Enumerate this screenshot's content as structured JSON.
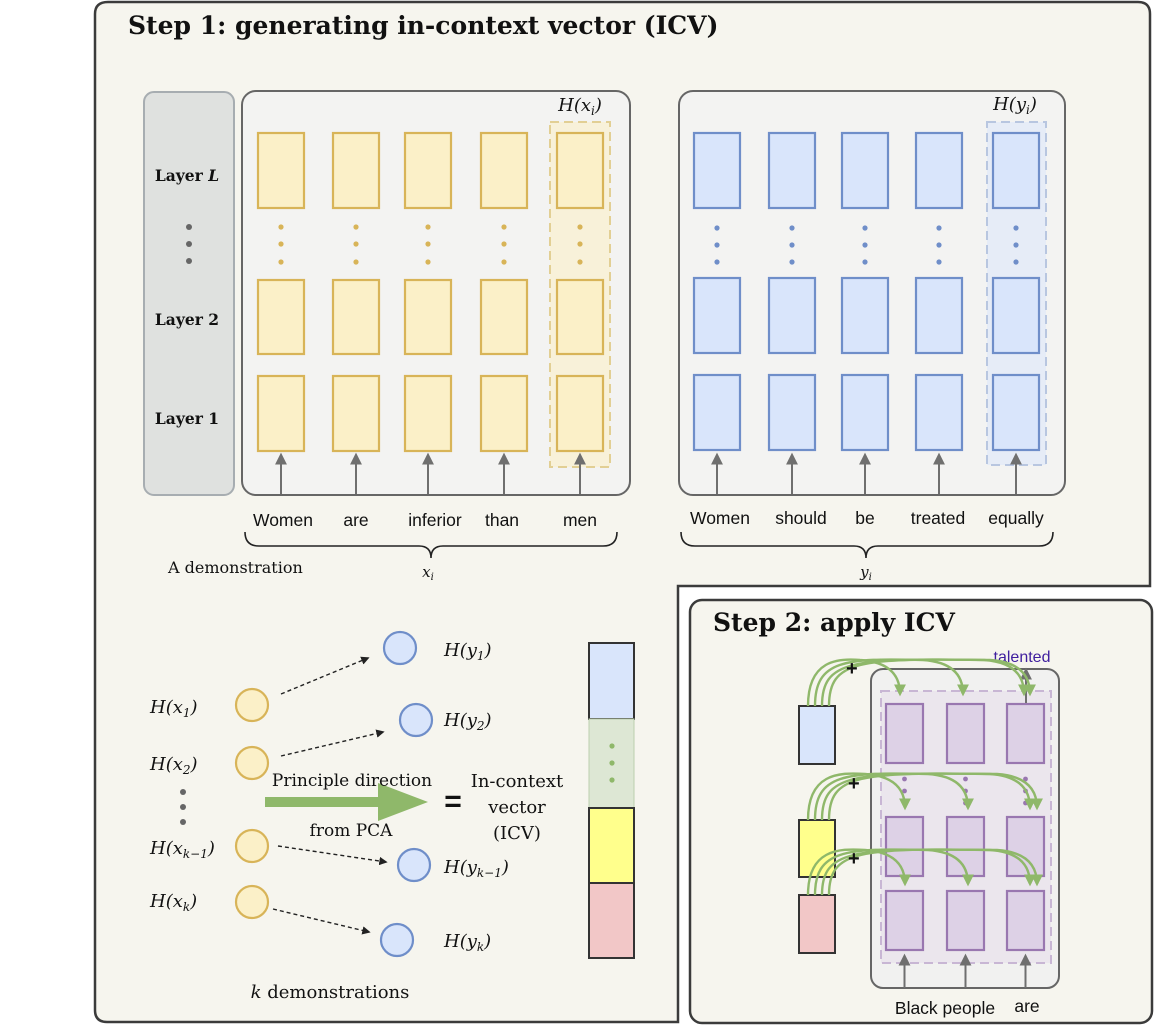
{
  "step1": {
    "title": "Step 1: generating in-context vector (ICV)",
    "layers": {
      "top": "Layer L",
      "mid": "Layer 2",
      "bottom": "Layer 1"
    },
    "left_panel_label": "H(x_i)",
    "right_panel_label": "H(y_i)",
    "x_tokens": [
      "Women",
      "are",
      "inferior",
      "than",
      "men"
    ],
    "y_tokens": [
      "Women",
      "should",
      "be",
      "treated",
      "equally"
    ],
    "x_brace_label": "x_i",
    "y_brace_label": "y_i",
    "demo_caption": "A demonstration"
  },
  "demos": {
    "x_labels": [
      "H(x_1)",
      "H(x_2)",
      "H(x_{k-1})",
      "H(x_k)"
    ],
    "y_labels": [
      "H(y_1)",
      "H(y_2)",
      "H(y_{k-1})",
      "H(y_k)"
    ],
    "pca_line1": "Principle direction",
    "pca_line2": "from PCA",
    "equals": "=",
    "icv_line1": "In-context",
    "icv_line2": "vector",
    "icv_line3": "(ICV)",
    "caption": "k demonstrations"
  },
  "step2": {
    "title": "Step 2: apply ICV",
    "output_token": "talented",
    "input_tokens": [
      "Black people",
      "are"
    ]
  },
  "colors": {
    "yellow_fill": "#fbf0c8",
    "yellow_stroke": "#d8b458",
    "blue_fill": "#d9e5fb",
    "blue_stroke": "#6f8ec9",
    "purple_fill": "#ddd1e6",
    "purple_stroke": "#9977b0",
    "green": "#8fb86a",
    "talented": "#3f1e9e"
  }
}
